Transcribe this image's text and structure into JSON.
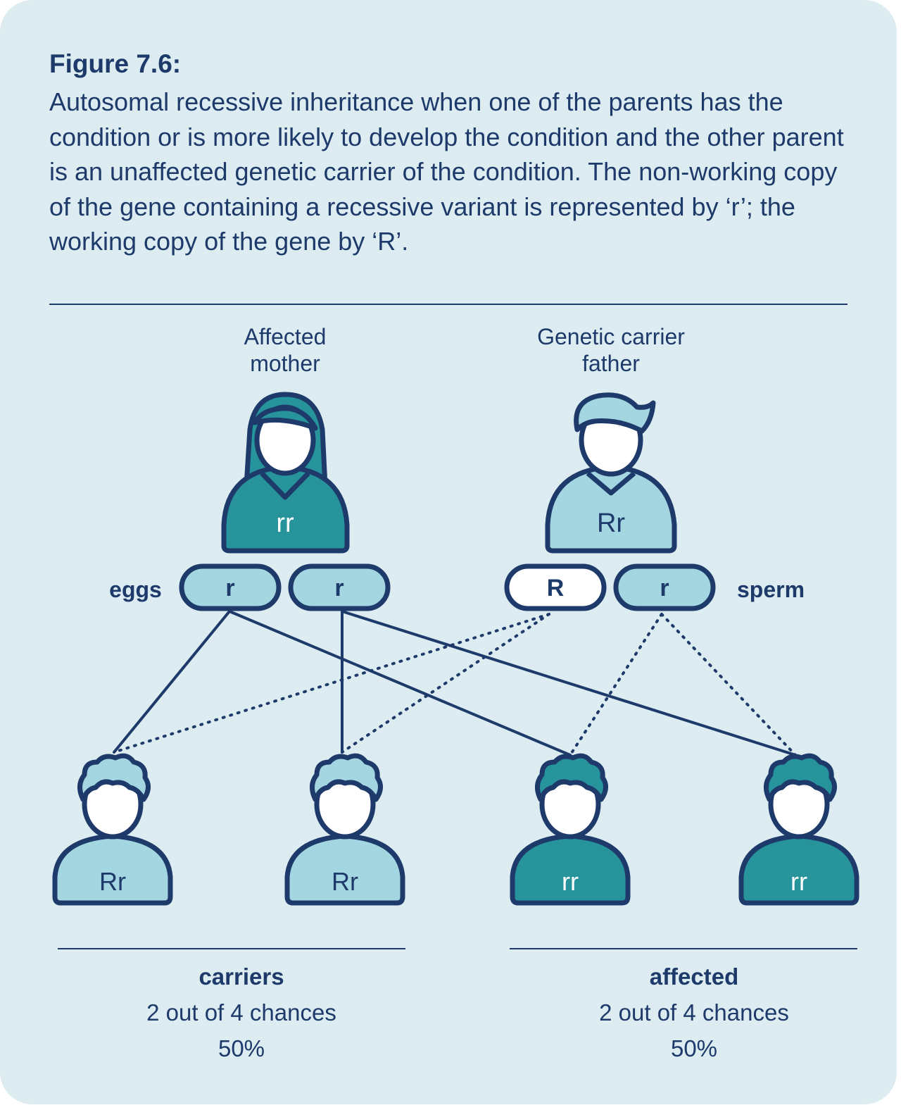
{
  "figure": {
    "title": "Figure 7.6:",
    "caption": "Autosomal recessive inheritance when one of the parents has the condition or is more likely to develop the condition and the other parent is an unaffected genetic carrier of the condition. The non-working copy of the gene containing a recessive variant is represented by ‘r’; the working copy of the gene by ‘R’."
  },
  "parents": {
    "mother": {
      "label_line1": "Affected",
      "label_line2": "mother",
      "genotype": "rr"
    },
    "father": {
      "label_line1": "Genetic carrier",
      "label_line2": "father",
      "genotype": "Rr"
    }
  },
  "gametes": {
    "eggs_label": "eggs",
    "sperm_label": "sperm",
    "eggs": [
      "r",
      "r"
    ],
    "sperm": [
      "R",
      "r"
    ]
  },
  "children": [
    {
      "genotype": "Rr",
      "status": "carrier"
    },
    {
      "genotype": "Rr",
      "status": "carrier"
    },
    {
      "genotype": "rr",
      "status": "affected"
    },
    {
      "genotype": "rr",
      "status": "affected"
    }
  ],
  "outcomes": {
    "carriers": {
      "label": "carriers",
      "chances": "2 out of 4 chances",
      "percent": "50%"
    },
    "affected": {
      "label": "affected",
      "chances": "2 out of 4 chances",
      "percent": "50%"
    }
  },
  "colors": {
    "background": "#dcecf1",
    "navy": "#1d3a6b",
    "teal_affected": "#27949c",
    "light_carrier": "#a3d6e0",
    "white": "#ffffff"
  }
}
